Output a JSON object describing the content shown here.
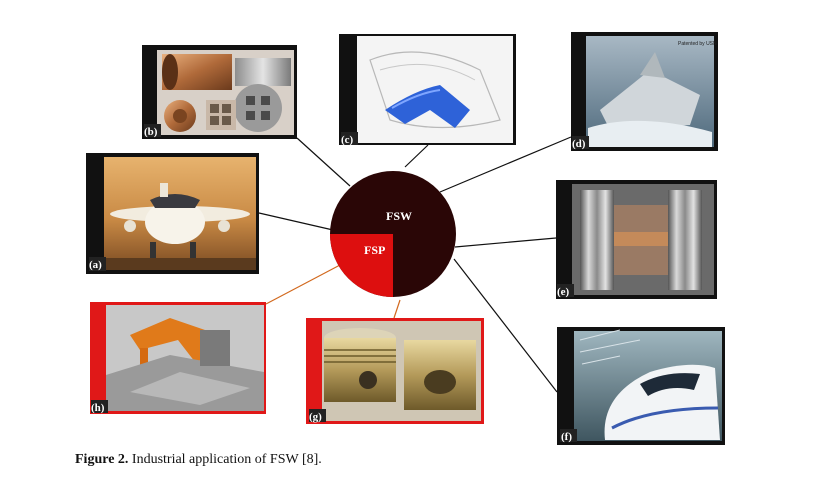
{
  "figure": {
    "caption_label": "Figure 2.",
    "caption_text": " Industrial application of FSW [8]."
  },
  "pie": {
    "slices": [
      {
        "label": "FSW",
        "color": "#2a0606"
      },
      {
        "label": "FSP",
        "color": "#dd0f0f"
      }
    ]
  },
  "panels": {
    "a": {
      "label": "(a)"
    },
    "b": {
      "label": "(b)"
    },
    "c": {
      "label": "(c)"
    },
    "d": {
      "label": "(d)",
      "tiny_text": "Patented by USN"
    },
    "e": {
      "label": "(e)"
    },
    "f": {
      "label": "(f)"
    },
    "g": {
      "label": "(g)"
    },
    "h": {
      "label": "(h)"
    }
  },
  "colors": {
    "connector_fsw": "#111111",
    "connector_fsp": "#d2691e",
    "frame_dark": "#111111",
    "frame_red": "#e01818"
  }
}
